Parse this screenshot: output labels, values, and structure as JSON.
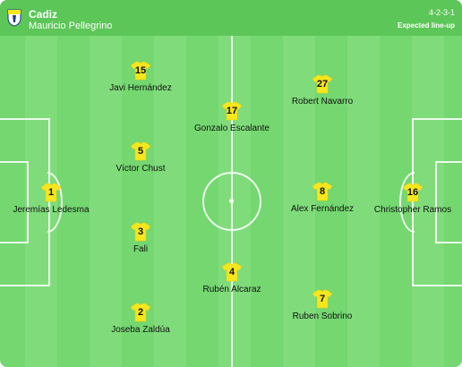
{
  "header": {
    "team": "Cadiz",
    "manager": "Mauricio Pellegrino",
    "formation": "4-2-3-1",
    "status": "Expected line-up",
    "badge_icon": "cadiz-crest-icon"
  },
  "colors": {
    "pitch": "#74d770",
    "pitch_stripe": "#80dc7b",
    "header": "#5cc658",
    "shirt": "#f5e61e"
  },
  "players": [
    {
      "number": "1",
      "name": "Jeremías Ledesma"
    },
    {
      "number": "2",
      "name": "Joseba Zaldúa"
    },
    {
      "number": "3",
      "name": "Fali"
    },
    {
      "number": "5",
      "name": "Víctor Chust"
    },
    {
      "number": "15",
      "name": "Javi Hernández"
    },
    {
      "number": "4",
      "name": "Rubén Alcaraz"
    },
    {
      "number": "17",
      "name": "Gonzalo Escalante"
    },
    {
      "number": "7",
      "name": "Ruben Sobrino"
    },
    {
      "number": "8",
      "name": "Alex Fernández"
    },
    {
      "number": "27",
      "name": "Robert Navarro"
    },
    {
      "number": "16",
      "name": "Christopher Ramos"
    }
  ]
}
